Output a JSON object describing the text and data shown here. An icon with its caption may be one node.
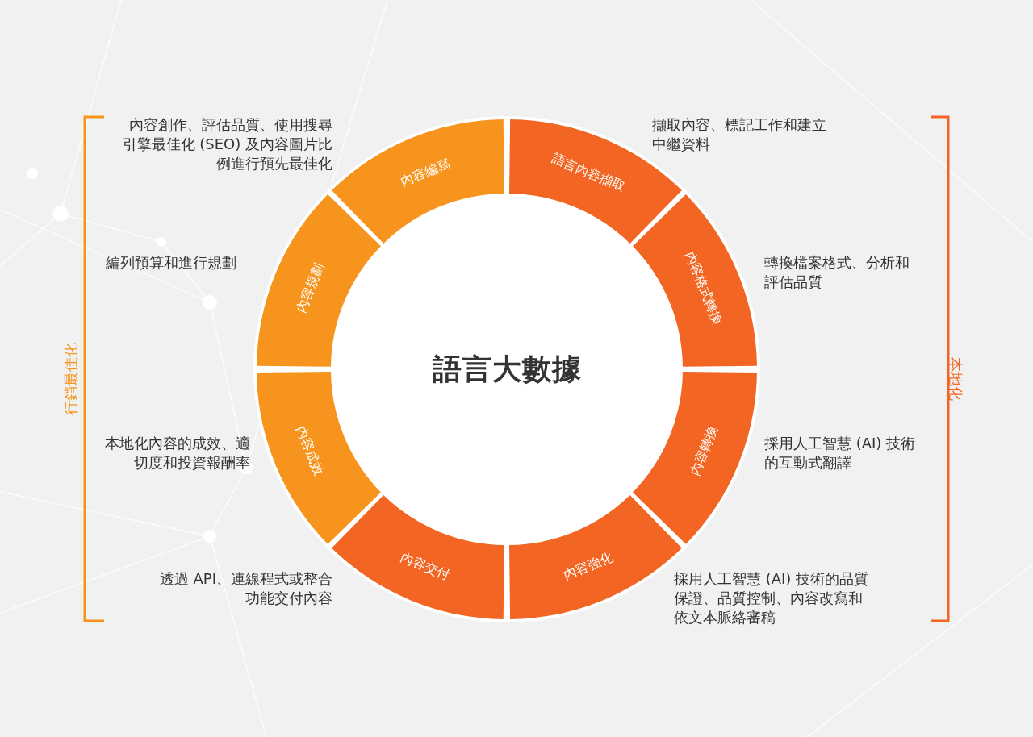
{
  "diagram": {
    "nodes": [
      {
        "text": [
          "語言大數據"
        ]
      },
      {
        "text": [
          "語言內容擷取"
        ],
        "beside": [
          "擷取內容、標記工作和建立中繼資料"
        ]
      },
      {
        "text": [
          "內容格式轉換"
        ],
        "beside": [
          "轉換檔案格式、分析和評估品質"
        ]
      },
      {
        "text": [
          "內容轉換"
        ],
        "beside": [
          "採用人工智慧 (AI) 技術的互動式翻譯"
        ]
      },
      {
        "text": [
          "內容強化"
        ],
        "beside": [
          "採用人工智慧 (AI) 技術的品質保證、品質控制、內容改寫和依文本脈絡審稿"
        ]
      },
      {
        "text": [
          "內容交付"
        ],
        "beside": [
          "透過 API、連線程式或整合功能交付內容"
        ]
      },
      {
        "text": [
          "內容成效"
        ],
        "beside": [
          "本地化內容的成效、適切度和投資報酬率"
        ]
      },
      {
        "text": [
          "內容規劃"
        ],
        "beside": [
          "編列預算和進行規劃"
        ]
      },
      {
        "text": [
          "內容編寫"
        ],
        "beside": [
          "內容創作、評估品質、使用搜尋引擎最佳化 (SEO) 及內容圖片比例進行預先最佳化"
        ]
      }
    ],
    "labels": [
      "行銷最佳化",
      "本地化"
    ]
  }
}
